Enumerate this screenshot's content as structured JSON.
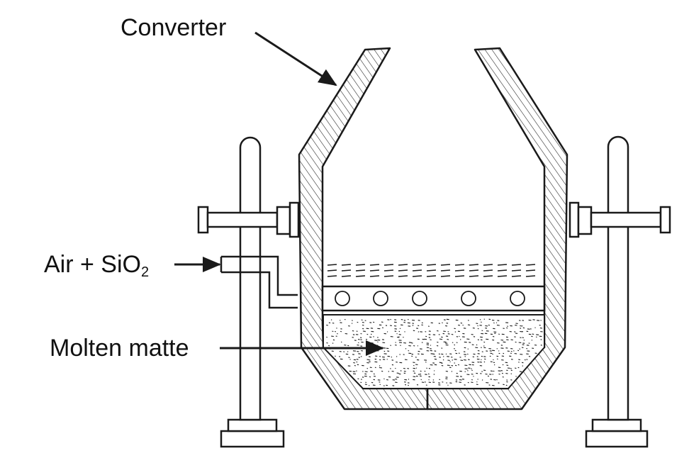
{
  "labels": {
    "converter": "Converter",
    "air": {
      "main": "Air + SiO",
      "subscript": "2"
    },
    "molten_matte": "Molten matte"
  },
  "colors": {
    "ink": "#1a1a1a",
    "background": "#ffffff"
  }
}
